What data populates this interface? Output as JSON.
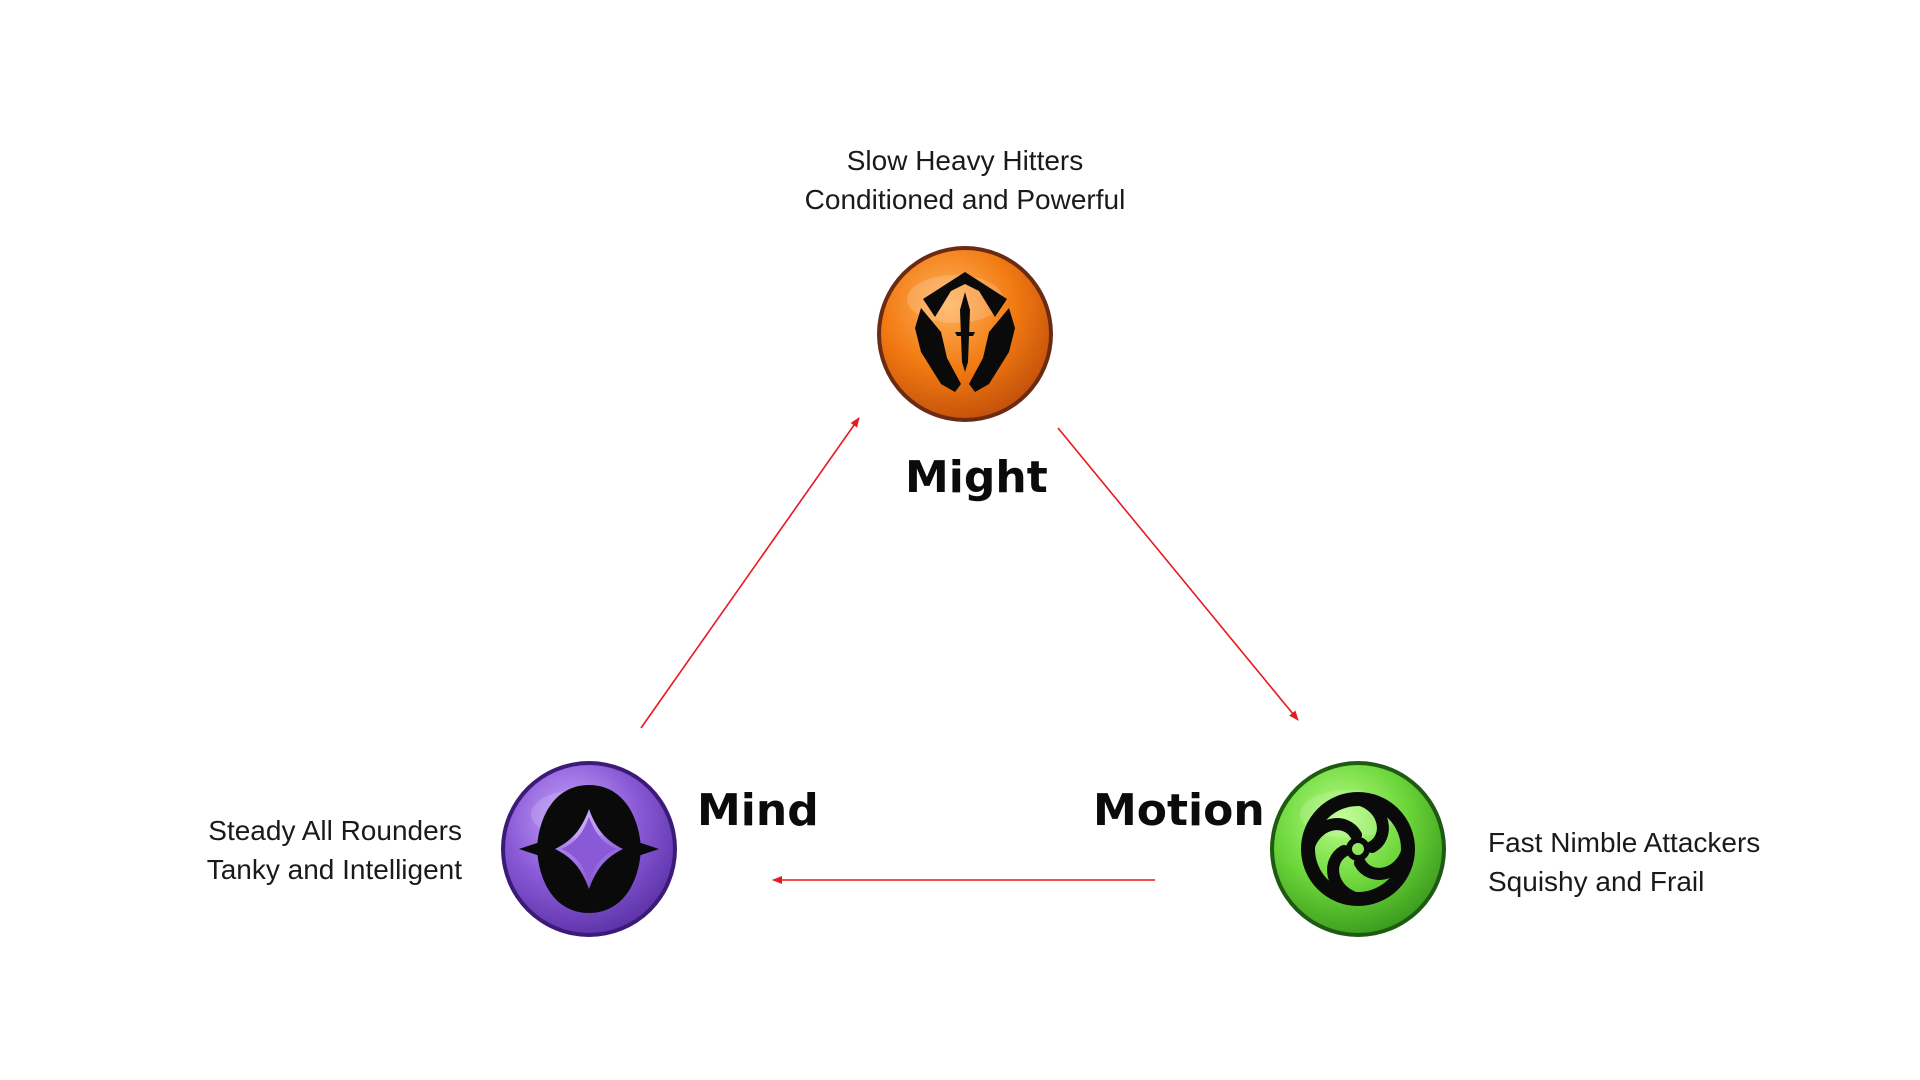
{
  "colors": {
    "arrow": "#e8191f",
    "might": "#f27a12",
    "mind": "#8a5ad6",
    "motion": "#6cd63a",
    "icon_glyph": "#0a0a0a"
  },
  "nodes": {
    "might": {
      "name": "Might",
      "icon": "shield-sword-icon",
      "desc_line1": "Slow Heavy Hitters",
      "desc_line2": "Conditioned and Powerful"
    },
    "mind": {
      "name": "Mind",
      "icon": "four-point-star-icon",
      "desc_line1": "Steady All Rounders",
      "desc_line2": "Tanky and Intelligent"
    },
    "motion": {
      "name": "Motion",
      "icon": "swirl-icon",
      "desc_line1": "Fast Nimble Attackers",
      "desc_line2": "Squishy and Frail"
    }
  },
  "edges": [
    {
      "from": "mind",
      "to": "might"
    },
    {
      "from": "might",
      "to": "motion"
    },
    {
      "from": "motion",
      "to": "mind"
    }
  ]
}
